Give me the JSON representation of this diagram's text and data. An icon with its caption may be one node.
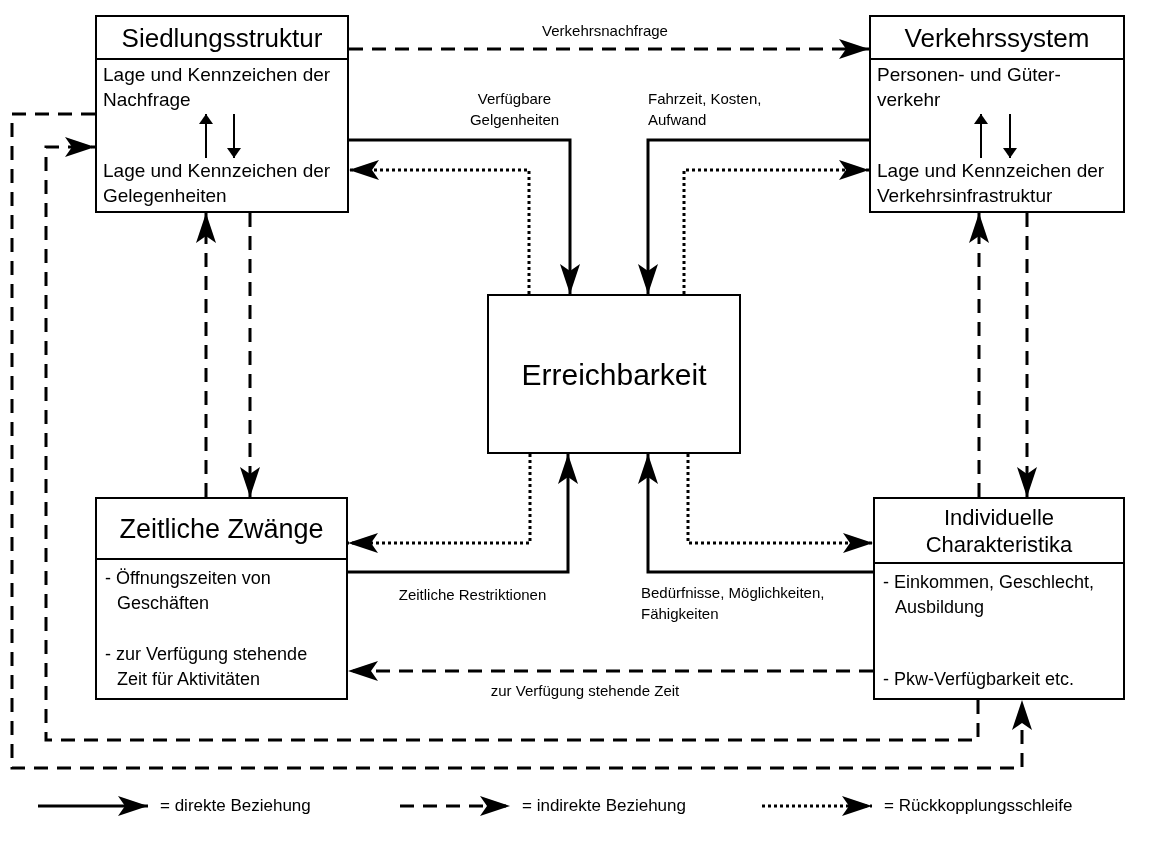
{
  "diagram": {
    "nodes": [
      {
        "text": [
          "Siedlungsstruktur"
        ]
      },
      {
        "text": [
          "Lage und Kennzeichen der Nachfrage"
        ],
        "in": 0
      },
      {
        "text": [
          "Lage und Kennzeichen der Gelegenheiten"
        ],
        "in": 0
      },
      {
        "text": [
          "Verkehrssystem"
        ]
      },
      {
        "text": [
          "Personen- und Güter- verkehr"
        ],
        "in": 3
      },
      {
        "text": [
          "Lage und Kennzeichen der Verkehrsinfrastruktur"
        ],
        "in": 3
      },
      {
        "text": [
          "Erreichbarkeit"
        ]
      },
      {
        "text": [
          "Zeitliche Zwänge",
          "- Öffnungszeiten von Geschäften",
          "- zur Verfügung stehende Zeit für Aktivitäten"
        ]
      },
      {
        "text": [
          "Individuelle Charakteristika",
          "- Einkommen, Geschlecht, Ausbildung",
          "- Pkw-Verfügbarkeit etc."
        ]
      }
    ],
    "edges": [
      {
        "from": 0,
        "to": 3,
        "arrow": "to",
        "style": "dashed",
        "label": "Verkehrsnachfrage"
      },
      {
        "from": 1,
        "to": 2,
        "arrow": "to"
      },
      {
        "from": 2,
        "to": 1,
        "arrow": "to"
      },
      {
        "from": 5,
        "to": 4,
        "arrow": "to"
      },
      {
        "from": 4,
        "to": 5,
        "arrow": "to"
      },
      {
        "from": 0,
        "to": 6,
        "arrow": "to",
        "label": "Verfügbare Gelgenheiten"
      },
      {
        "from": 6,
        "to": 0,
        "arrow": "to",
        "style": "dashed"
      },
      {
        "from": 3,
        "to": 6,
        "arrow": "to",
        "label": "Fahrzeit, Kosten, Aufwand"
      },
      {
        "from": 6,
        "to": 3,
        "arrow": "to",
        "style": "dashed"
      },
      {
        "from": 6,
        "to": 7,
        "arrow": "to",
        "style": "dashed"
      },
      {
        "from": 7,
        "to": 6,
        "arrow": "to",
        "label": "Zeitliche Restriktionen"
      },
      {
        "from": 8,
        "to": 6,
        "arrow": "to",
        "label": "Bedürfnisse, Möglichkeiten, Fähigkeiten"
      },
      {
        "from": 6,
        "to": 8,
        "arrow": "to",
        "style": "dashed"
      },
      {
        "from": 0,
        "to": 7,
        "arrow": "to",
        "style": "dashed"
      },
      {
        "from": 7,
        "to": 0,
        "arrow": "to",
        "style": "dashed"
      },
      {
        "from": 3,
        "to": 8,
        "arrow": "to",
        "style": "dashed"
      },
      {
        "from": 8,
        "to": 3,
        "arrow": "to",
        "style": "dashed"
      },
      {
        "from": 8,
        "to": 7,
        "arrow": "to",
        "style": "dashed",
        "label": "zur Verfügung stehende Zeit"
      },
      {
        "from": 8,
        "to": 0,
        "arrow": "to",
        "style": "dashed"
      },
      {
        "from": 0,
        "to": 8,
        "arrow": "to",
        "style": "dashed"
      }
    ],
    "legend": [
      {
        "text": "= direkte Beziehung"
      },
      {
        "text": "= indirekte Beziehung"
      },
      {
        "text": "= Rückkopplungsschleife"
      }
    ]
  }
}
